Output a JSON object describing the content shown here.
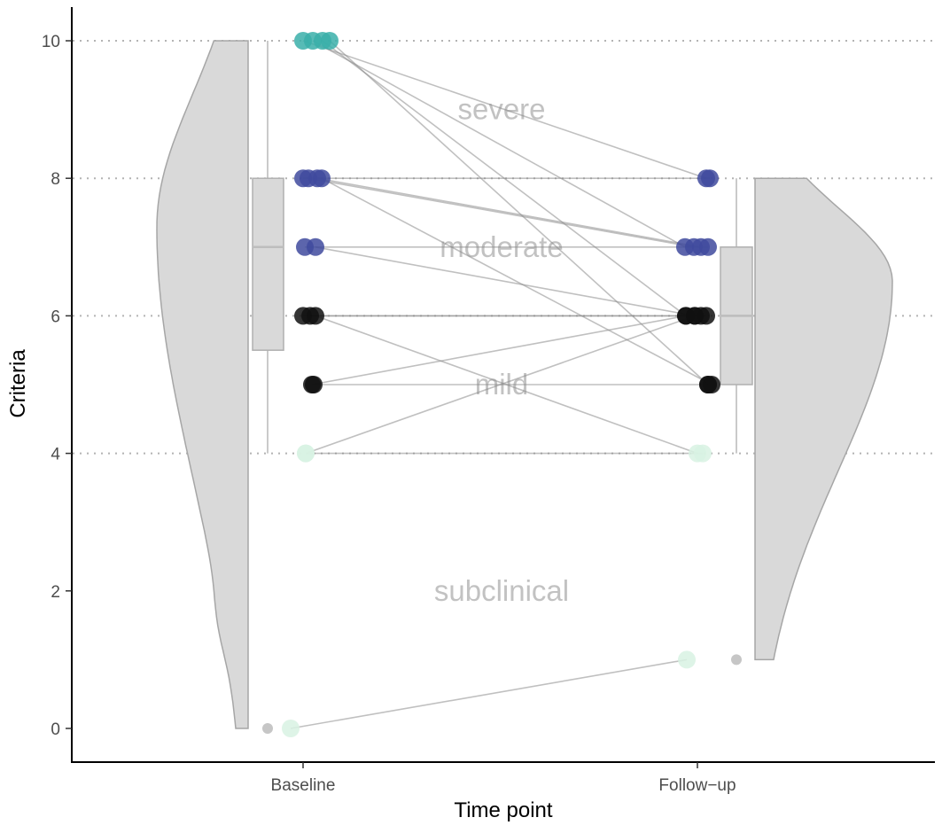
{
  "chart_data": {
    "type": "scatter",
    "subtype": "raincloud paired plot",
    "title": "",
    "xlabel": "Time point",
    "ylabel": "Criteria",
    "categories": [
      "Baseline",
      "Follow−up"
    ],
    "ylim": [
      -0.5,
      10.5
    ],
    "yticks": [
      0,
      2,
      4,
      6,
      8,
      10
    ],
    "grid": {
      "horizontal_dotted_at": [
        4,
        6,
        8,
        10
      ]
    },
    "severity_labels": [
      {
        "label": "severe",
        "y": 9
      },
      {
        "label": "moderate",
        "y": 7
      },
      {
        "label": "mild",
        "y": 5
      },
      {
        "label": "subclinical",
        "y": 2
      }
    ],
    "severity_colors": {
      "severe": "#3aafa9",
      "moderate": "#3f4a9e",
      "mild": "#111111",
      "subclinical": "#d8f2e3"
    },
    "boxplots": [
      {
        "category": "Baseline",
        "q1": 5.5,
        "median": 7,
        "q3": 8,
        "whisker_low": 4,
        "whisker_high": 10,
        "outliers": [
          0
        ]
      },
      {
        "category": "Follow−up",
        "q1": 5,
        "median": 6,
        "q3": 7,
        "whisker_low": 4,
        "whisker_high": 8,
        "outliers": [
          1
        ]
      }
    ],
    "densities": [
      {
        "category": "Baseline",
        "side": "left",
        "range": [
          0,
          10
        ],
        "peak_at": 7.3
      },
      {
        "category": "Follow−up",
        "side": "right",
        "range": [
          1,
          8
        ],
        "peak_at": 6.5
      }
    ],
    "pairs": [
      {
        "baseline": 10,
        "followup": 8
      },
      {
        "baseline": 10,
        "followup": 7
      },
      {
        "baseline": 10,
        "followup": 6
      },
      {
        "baseline": 10,
        "followup": 5
      },
      {
        "baseline": 8,
        "followup": 8
      },
      {
        "baseline": 8,
        "followup": 7
      },
      {
        "baseline": 8,
        "followup": 7
      },
      {
        "baseline": 8,
        "followup": 5
      },
      {
        "baseline": 7,
        "followup": 7
      },
      {
        "baseline": 7,
        "followup": 6
      },
      {
        "baseline": 6,
        "followup": 6
      },
      {
        "baseline": 6,
        "followup": 6
      },
      {
        "baseline": 6,
        "followup": 4
      },
      {
        "baseline": 5,
        "followup": 6
      },
      {
        "baseline": 5,
        "followup": 5
      },
      {
        "baseline": 4,
        "followup": 6
      },
      {
        "baseline": 4,
        "followup": 4
      },
      {
        "baseline": 0,
        "followup": 1
      }
    ]
  }
}
